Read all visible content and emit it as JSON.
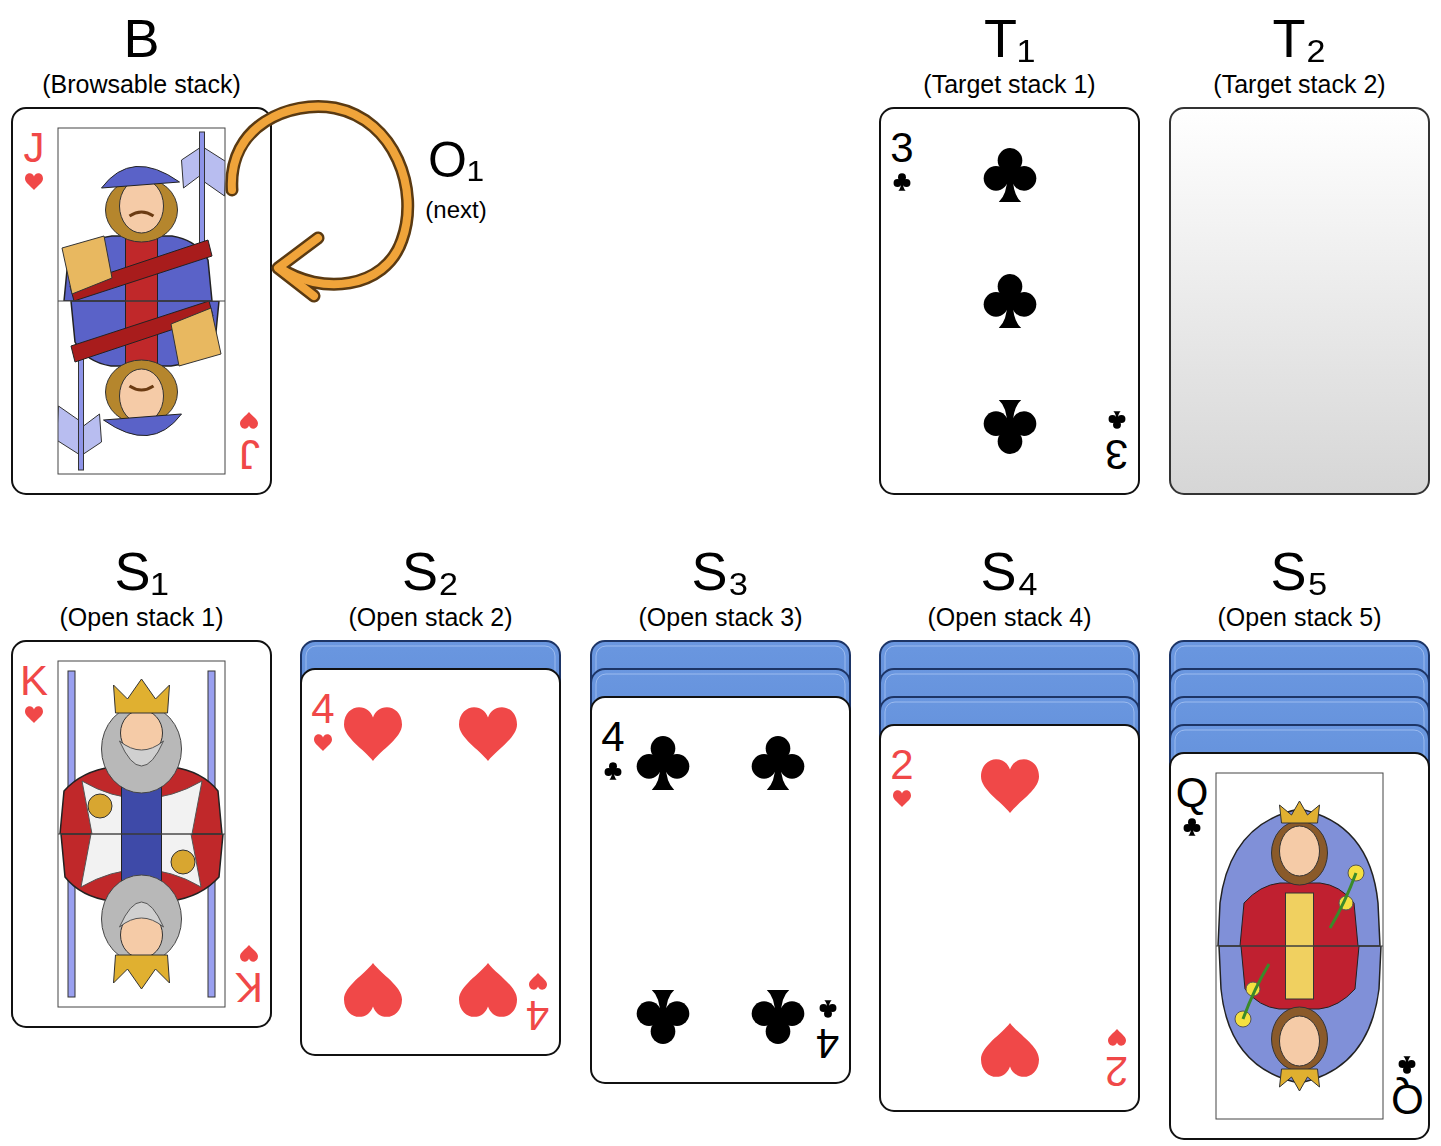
{
  "diagram": {
    "nodes": [
      {
        "text": [
          "B",
          "(Browsable stack)",
          "J",
          "J"
        ]
      },
      {
        "text": [
          "T₁",
          "(Target stack 1)",
          "3",
          "3"
        ]
      },
      {
        "text": [
          "T₂",
          "(Target stack 2)"
        ]
      },
      {
        "text": [
          "S₁",
          "(Open stack 1)",
          "K",
          "K"
        ]
      },
      {
        "text": [
          "S₂",
          "(Open stack 2)",
          "4",
          "4"
        ]
      },
      {
        "text": [
          "S₃",
          "(Open stack 3)",
          "4",
          "4"
        ]
      },
      {
        "text": [
          "S₄",
          "(Open stack 4)",
          "2",
          "2"
        ]
      },
      {
        "text": [
          "S₅",
          "(Open stack 5)",
          "Q",
          "Q"
        ]
      }
    ],
    "labels": [
      "O₁",
      "(next)"
    ]
  }
}
